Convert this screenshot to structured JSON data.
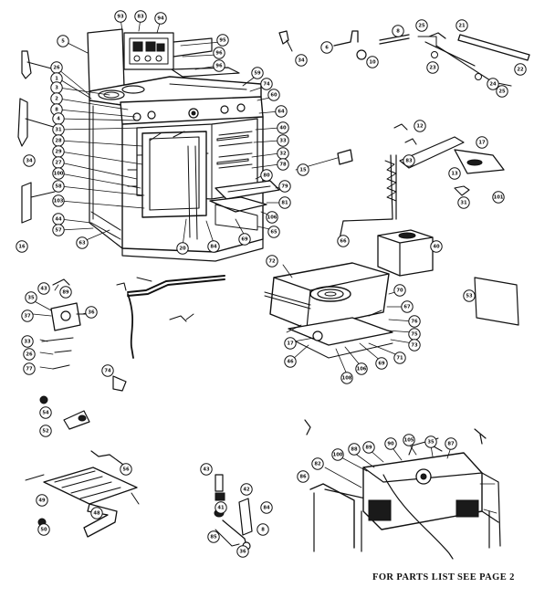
{
  "footer": {
    "text": "FOR PARTS LIST SEE PAGE 2"
  },
  "callouts": [
    "93",
    "83",
    "94",
    "5",
    "95",
    "96",
    "96",
    "34",
    "6",
    "10",
    "8",
    "25",
    "21",
    "23",
    "24",
    "22",
    "25",
    "26",
    "1",
    "3",
    "2",
    "8",
    "4",
    "31",
    "28",
    "29",
    "27",
    "100",
    "58",
    "103",
    "44",
    "57",
    "63",
    "59",
    "74",
    "60",
    "64",
    "40",
    "33",
    "32",
    "78",
    "80",
    "79",
    "81",
    "106",
    "65",
    "69",
    "84",
    "20",
    "34",
    "16",
    "15",
    "12",
    "17",
    "13",
    "101",
    "31",
    "83",
    "66",
    "40",
    "43",
    "89",
    "35",
    "37",
    "36",
    "33",
    "26",
    "77",
    "74",
    "72",
    "70",
    "67",
    "76",
    "75",
    "73",
    "71",
    "69",
    "106",
    "108",
    "17",
    "46",
    "53",
    "54",
    "52",
    "56",
    "49",
    "48",
    "50",
    "43",
    "42",
    "41",
    "84",
    "8",
    "85",
    "36",
    "82",
    "100",
    "88",
    "89",
    "90",
    "105",
    "35",
    "87",
    "86"
  ]
}
